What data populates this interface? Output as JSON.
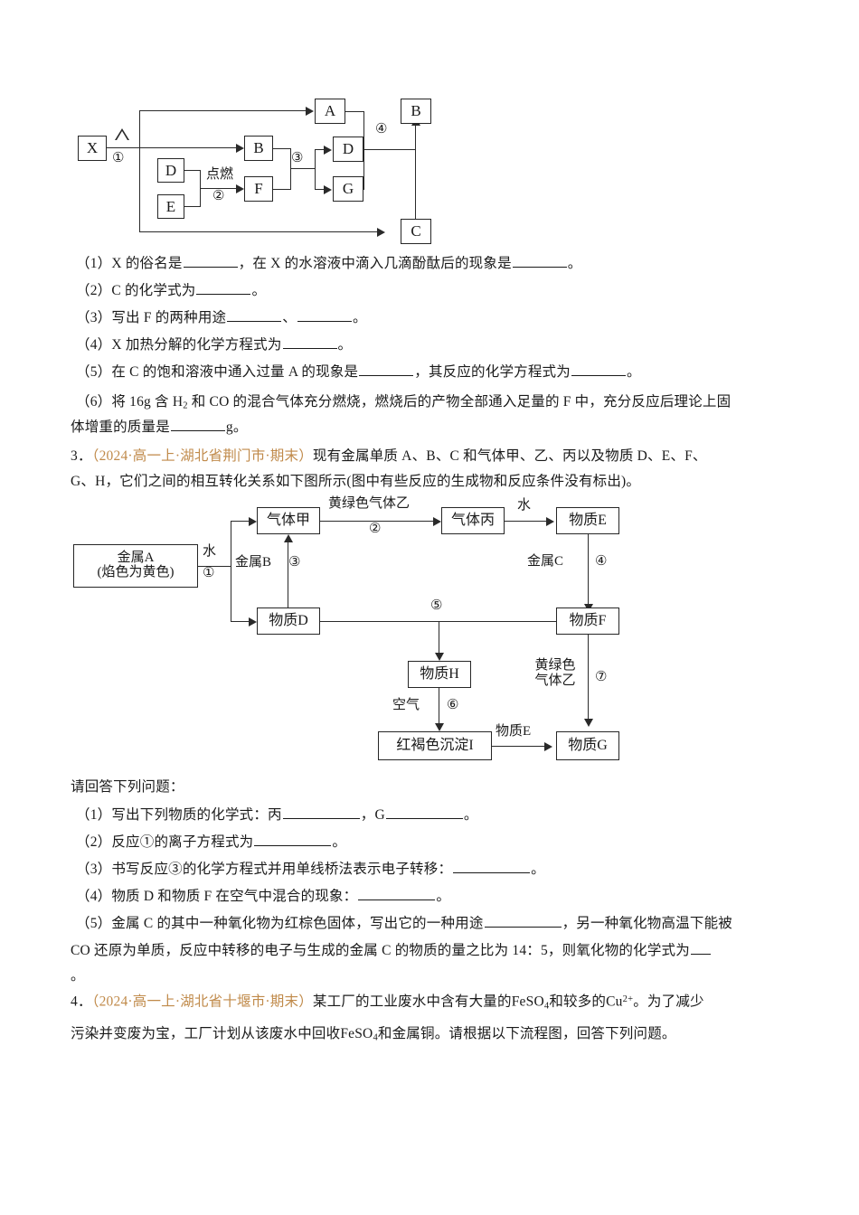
{
  "document": {
    "type": "chemistry-exam-worksheet",
    "language": "zh-CN",
    "accent_color": "#c08a4a"
  },
  "question2": {
    "diagram": {
      "name": "inorganic-transformation-flowchart-1",
      "boxes": {
        "x": "X",
        "a": "A",
        "b_mid": "B",
        "b_right": "B",
        "d_left": "D",
        "e_left": "E",
        "f": "F",
        "d_right": "D",
        "g": "G",
        "c": "C"
      },
      "labels": {
        "heat_symbol": "△",
        "step1": "①",
        "ignite": "点燃",
        "step2": "②",
        "step3": "③",
        "step4": "④"
      }
    },
    "items": [
      {
        "no": "（1）",
        "parts": [
          "X 的俗名是",
          "，在 X 的水溶液中滴入几滴酚酞后的现象是",
          "。"
        ],
        "blanks": 2
      },
      {
        "no": "（2）",
        "parts": [
          "C 的化学式为",
          "。"
        ],
        "blanks": 1
      },
      {
        "no": "（3）",
        "parts": [
          "写出 F 的两种用途",
          "、",
          "。"
        ],
        "blanks": 2
      },
      {
        "no": "（4）",
        "parts": [
          "X 加热分解的化学方程式为",
          "。"
        ],
        "blanks": 1
      },
      {
        "no": "（5）",
        "parts": [
          "在 C 的饱和溶液中通入过量 A 的现象是",
          "，其反应的化学方程式为",
          "。"
        ],
        "blanks": 2
      },
      {
        "no": "（6）",
        "line1_a": "将 16g 含 H",
        "line1_sub": "2",
        "line1_b": " 和 CO 的混合气体充分燃烧，燃烧后的产物全部通入足量的 F 中，充分反应后理论上固",
        "line2_a": "体增重的质量是",
        "line2_b": "g。"
      }
    ]
  },
  "question3": {
    "number": "3．",
    "source": "（2024·高一上·湖北省荆门市·期末）",
    "stem_line1": "现有金属单质 A、B、C 和气体甲、乙、丙以及物质 D、E、F、",
    "stem_line2": "G、H，它们之间的相互转化关系如下图所示(图中有些反应的生成物和反应条件没有标出)。",
    "diagram": {
      "name": "sodium-chlorine-iron-transformation-flowchart",
      "boxes": {
        "metal_a_line1": "金属A",
        "metal_a_line2": "(焰色为黄色)",
        "gas_jia": "气体甲",
        "gas_bing": "气体丙",
        "substance_e_top": "物质E",
        "substance_d": "物质D",
        "substance_f": "物质F",
        "substance_h": "物质H",
        "precipitate_i": "红褐色沉淀I",
        "substance_g": "物质G"
      },
      "labels": {
        "water1": "水",
        "step1": "①",
        "yellow_green_gas_yi": "黄绿色气体乙",
        "step2": "②",
        "water2": "水",
        "metal_b": "金属B",
        "step3": "③",
        "metal_c": "金属C",
        "step4": "④",
        "step5": "⑤",
        "air": "空气",
        "step6": "⑥",
        "yellow_green_line1": "黄绿色",
        "yellow_green_line2": "气体乙",
        "step7": "⑦",
        "substance_e_arrow": "物质E"
      }
    },
    "prompt": "请回答下列问题：",
    "items": [
      {
        "no": "（1）",
        "parts": [
          "写出下列物质的化学式：丙",
          "，G",
          "。"
        ]
      },
      {
        "no": "（2）",
        "parts": [
          "反应①的离子方程式为",
          "。"
        ]
      },
      {
        "no": "（3）",
        "parts": [
          "书写反应③的化学方程式并用单线桥法表示电子转移：",
          "。"
        ]
      },
      {
        "no": "（4）",
        "parts": [
          "物质 D 和物质 F 在空气中混合的现象：",
          "。"
        ]
      },
      {
        "no": "（5）",
        "line1_a": "金属 C 的其中一种氧化物为红棕色固体，写出它的一种用途",
        "line1_b": "，另一种氧化物高温下能被",
        "line2_a": "CO 还原为单质，反应中转移的电子与生成的金属 C 的物质的量之比为 14：5，则氧化物的化学式为",
        "line3": "。"
      }
    ]
  },
  "question4": {
    "number": "4．",
    "source": "（2024·高一上·湖北省十堰市·期末）",
    "line1_a": "某工厂的工业废水中含有大量的",
    "line1_formula1": "FeSO",
    "line1_formula1_sub": "4",
    "line1_b": "和较多的",
    "line1_formula2": "Cu",
    "line1_formula2_sup": "2+",
    "line1_c": "。为了减少",
    "line2_a": "污染并变废为宝，工厂计划从该废水中回收",
    "line2_formula": "FeSO",
    "line2_formula_sub": "4",
    "line2_b": "和金属铜。请根据以下流程图，回答下列问题。"
  }
}
